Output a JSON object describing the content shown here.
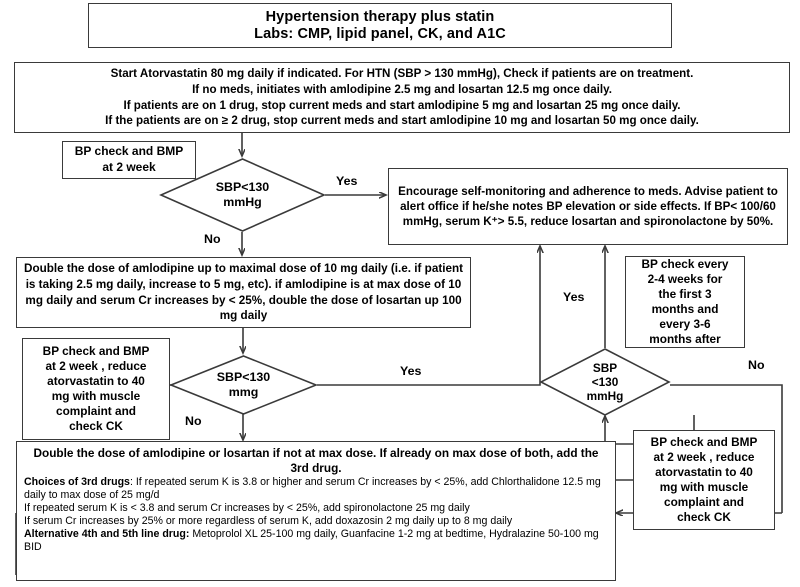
{
  "diagram": {
    "type": "clinical-algorithm-flowchart",
    "title": "Hypertension therapy plus statin"
  },
  "nodes": {
    "title_box": {
      "text": "Hypertension therapy plus statin\nLabs: CMP, lipid panel, CK, and A1C"
    },
    "start_box": {
      "text": "Start Atorvastatin 80 mg daily if indicated. For HTN (SBP > 130 mmHg), Check if patients are on treatment.\nIf no meds, initiates with amlodipine 2.5 mg and losartan 12.5 mg once daily.\nIf patients are on 1 drug, stop current meds and start amlodipine 5 mg and losartan 25 mg once daily.\nIf the patients are on ≥ 2 drug, stop current meds and start amlodipine 10 mg and losartan 50 mg once daily."
    },
    "bp_check_1": {
      "text": "BP check and BMP\nat 2 week"
    },
    "decision_1": {
      "text": "SBP<130\nmmHg"
    },
    "encourage_box": {
      "text": "Encourage self-monitoring and adherence to meds. Advise patient to alert office if he/she notes BP elevation or side effects. If BP< 100/60 mmHg, serum K⁺> 5.5, reduce losartan and spironolactone by 50%."
    },
    "double_amlodipine_box": {
      "text": "Double the dose of amlodipine up to maximal dose of 10 mg daily (i.e. if patient is taking 2.5 mg daily, increase to 5 mg, etc). if amlodipine is at max dose of 10 mg daily and serum Cr increases by < 25%, double the dose of losartan up 100 mg daily"
    },
    "bp_check_2": {
      "text": "BP check and BMP\nat 2 week , reduce\natorvastatin to 40\nmg with muscle\ncomplaint and\ncheck CK"
    },
    "decision_2": {
      "text": "SBP<130\nmmg"
    },
    "bp_check_every": {
      "text": "BP check every\n2-4  weeks for\nthe first 3\nmonths and\nevery 3-6\nmonths after"
    },
    "decision_3": {
      "text": "SBP\n<130\nmmHg"
    },
    "bp_check_3": {
      "text": "BP check and BMP\nat 2 week , reduce\natorvastatin to 40\nmg with muscle\ncomplaint and\ncheck CK"
    },
    "third_drug_box": {
      "heading": "Double the dose of amlodipine or losartan if not at max dose. If already on max dose of both, add the 3rd drug.",
      "choices_label": "Choices of 3rd drugs",
      "choices_line1": ": If repeated serum K is 3.8 or higher and serum Cr increases by < 25%, add Chlorthalidone 12.5 mg daily to max dose of 25 mg/d",
      "choices_line2": "If repeated serum K is < 3.8 and serum Cr increases by < 25%, add spironolactone 25 mg daily",
      "choices_line3": "If serum Cr increases by 25% or more regardless of serum K, add doxazosin 2 mg daily up to 8 mg daily",
      "alt_label": "Alternative 4th and 5th line drug:",
      "alt_line": " Metoprolol XL 25-100 mg daily, Guanfacine 1-2 mg at bedtime, Hydralazine 50-100 mg BID"
    }
  },
  "edges": {
    "yes_1": "Yes",
    "no_1": "No",
    "yes_2": "Yes",
    "no_2": "No",
    "yes_3": "Yes",
    "no_3": "No"
  },
  "colors": {
    "stroke": "#3a3a3a",
    "text": "#000000",
    "background": "#ffffff"
  }
}
